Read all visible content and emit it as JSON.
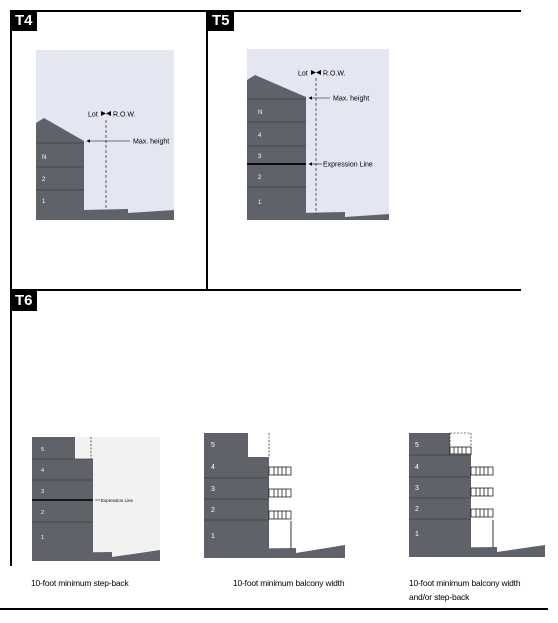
{
  "panels": {
    "t4": {
      "tag": "T4"
    },
    "t5": {
      "tag": "T5"
    },
    "t6": {
      "tag": "T6"
    }
  },
  "labels": {
    "lot": "Lot",
    "row": "R.O.W.",
    "max_height": "Max. height",
    "expression_line": "Expression Line"
  },
  "floors": {
    "t4": [
      "1",
      "2",
      "N"
    ],
    "t5": [
      "1",
      "2",
      "3",
      "4",
      "N"
    ],
    "t6a": [
      "1",
      "2",
      "3",
      "4",
      "5"
    ],
    "t6b": [
      "1",
      "2",
      "3",
      "4",
      "5"
    ],
    "t6c": [
      "1",
      "2",
      "3",
      "4",
      "5"
    ]
  },
  "captions": {
    "step_back": "10-foot minimum step-back",
    "balcony": "10-foot minimum balcony width",
    "balcony_or_stepback_line1": "10-foot minimum balcony width",
    "balcony_or_stepback_line2": "and/or step-back"
  },
  "colors": {
    "building": "#5f6369",
    "sky": "#e4e6f2",
    "ground": "#5f6369"
  }
}
